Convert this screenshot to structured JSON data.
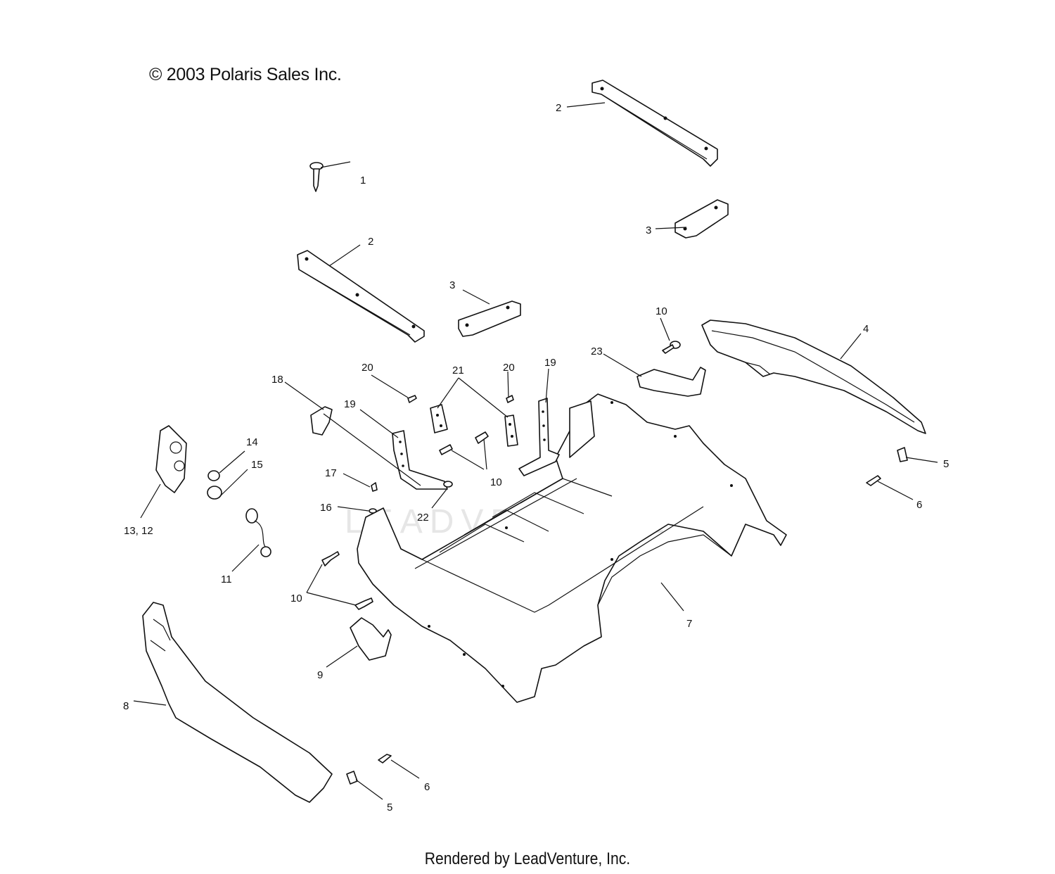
{
  "header": {
    "copyright": "© 2003 Polaris Sales Inc."
  },
  "footer": {
    "rendered_by": "Rendered by LeadVenture, Inc."
  },
  "watermark": {
    "text": "LEADVENTURE"
  },
  "callouts": {
    "c1": "1",
    "c2a": "2",
    "c2b": "2",
    "c3a": "3",
    "c3b": "3",
    "c4": "4",
    "c5a": "5",
    "c5b": "5",
    "c6a": "6",
    "c6b": "6",
    "c7": "7",
    "c8": "8",
    "c9": "9",
    "c10a": "10",
    "c10b": "10",
    "c10c": "10",
    "c11": "11",
    "c13_12": "13,  12",
    "c14": "14",
    "c15": "15",
    "c16": "16",
    "c17": "17",
    "c18": "18",
    "c19a": "19",
    "c19b": "19",
    "c20a": "20",
    "c20b": "20",
    "c21": "21",
    "c22": "22",
    "c23": "23"
  }
}
